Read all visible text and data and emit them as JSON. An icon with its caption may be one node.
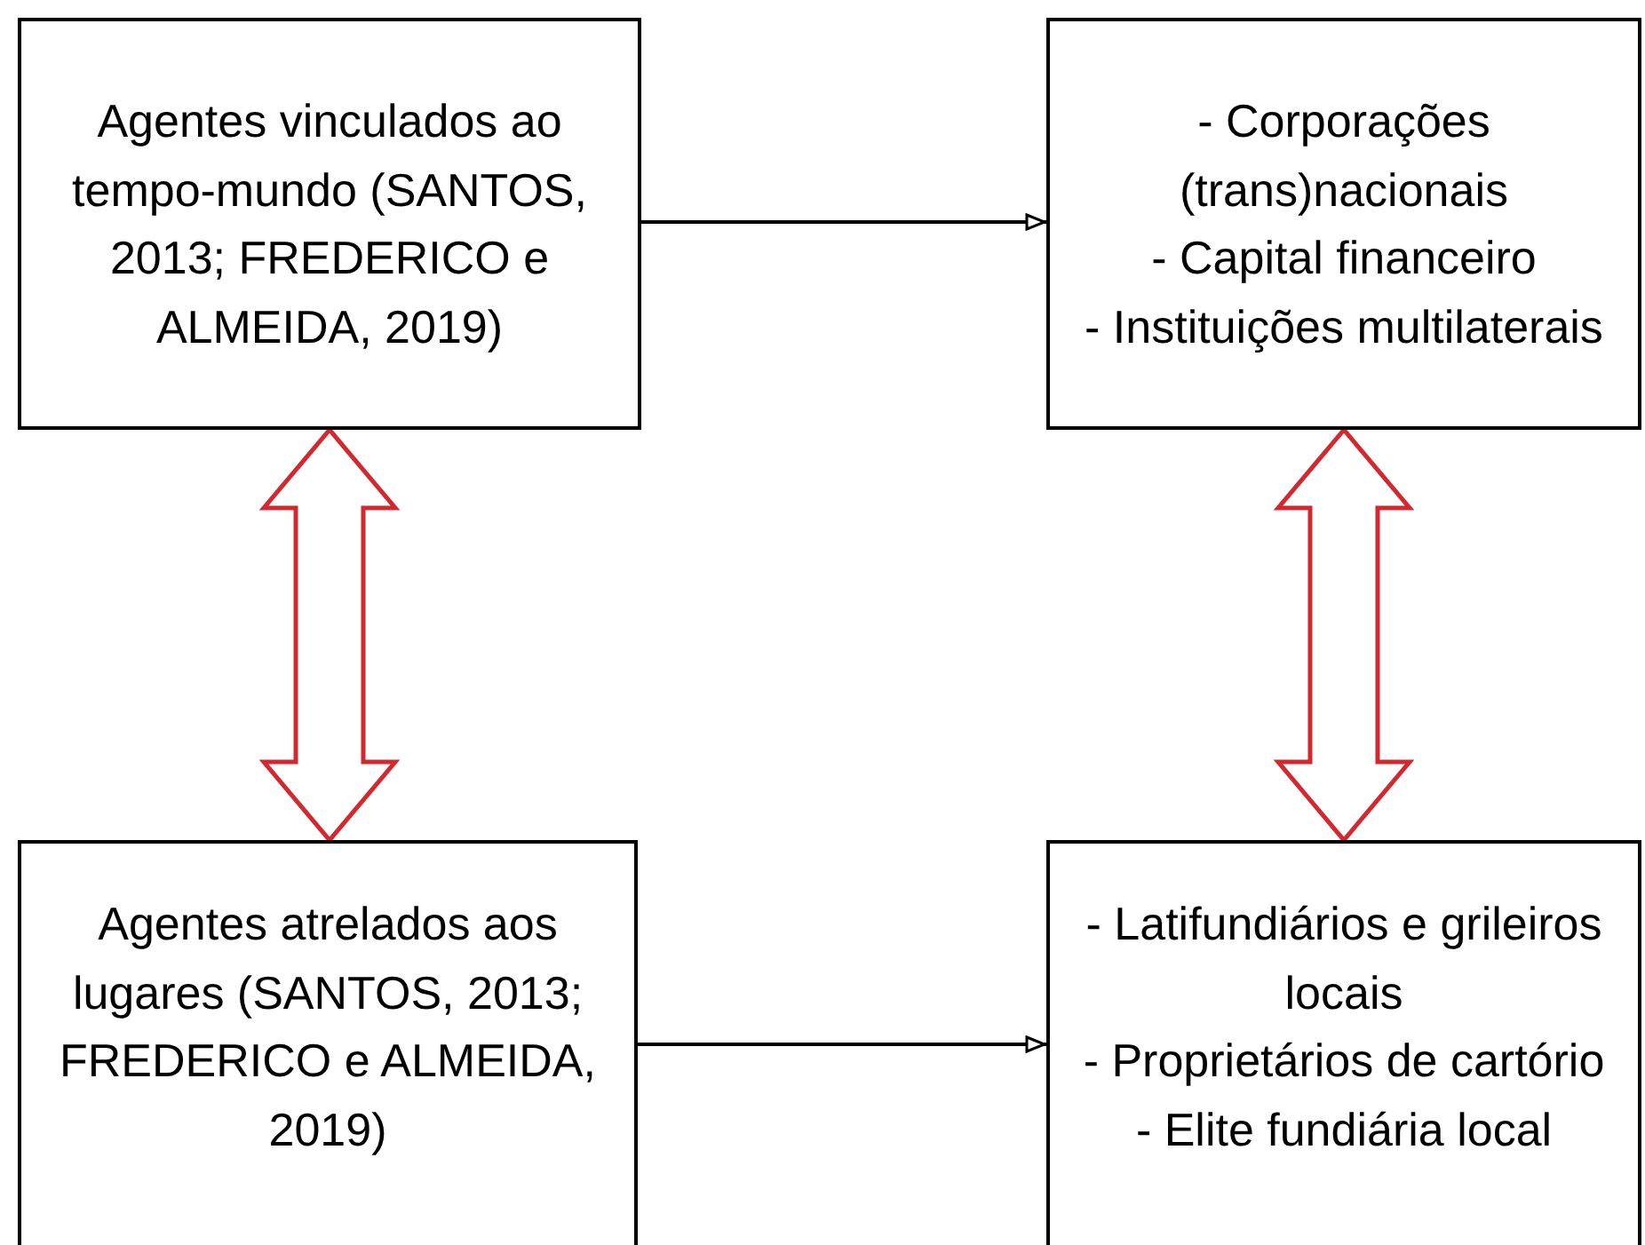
{
  "diagram": {
    "nodes": [
      {
        "text": [
          "Agentes vinculados ao tempo-mundo (SANTOS, 2013; FREDERICO e ALMEIDA, 2019)"
        ]
      },
      {
        "text": [
          "- Corporações (trans)nacionais",
          "- Capital financeiro",
          "- Instituições multilaterais"
        ]
      },
      {
        "text": [
          "Agentes atrelados aos lugares (SANTOS, 2013; FREDERICO e ALMEIDA, 2019)"
        ]
      },
      {
        "text": [
          "- Latifundiários e grileiros locais",
          "- Proprietários de cartório",
          "- Elite fundiária local"
        ]
      }
    ],
    "edges": [
      {
        "from": 0,
        "to": 1,
        "arrow": "to"
      },
      {
        "from": 2,
        "to": 3,
        "arrow": "to"
      },
      {
        "from": 0,
        "to": 2,
        "arrow": "both",
        "style": "thick",
        "color": "#d4282f"
      },
      {
        "from": 1,
        "to": 3,
        "arrow": "both",
        "style": "thick",
        "color": "#d4282f"
      }
    ]
  }
}
